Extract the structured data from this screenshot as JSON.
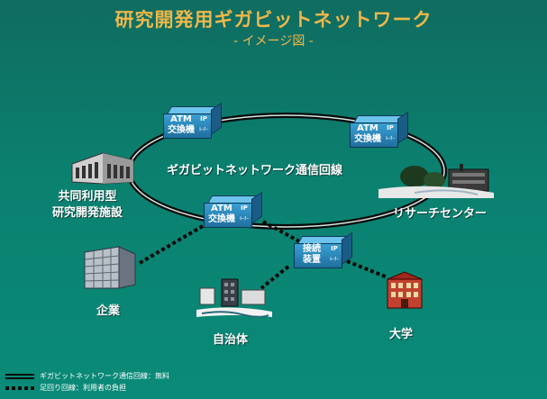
{
  "title": "研究開発用ギガビットネットワーク",
  "subtitle": "- イメージ図 -",
  "network_label": "ギガビットネットワーク通信回線",
  "devices": {
    "atm_top": {
      "main": "ATM\n交換機",
      "ip": "IP",
      "router": "ﾙｰﾀｰ"
    },
    "atm_right": {
      "main": "ATM\n交換機",
      "ip": "IP",
      "router": "ﾙｰﾀｰ"
    },
    "atm_left": {
      "main": "ATM\n交換機",
      "ip": "IP",
      "router": "ﾙｰﾀｰ"
    },
    "connect": {
      "main": "接続\n装置",
      "ip": "IP",
      "router": "ﾙｰﾀｰ"
    }
  },
  "sites": {
    "shared": "共同利用型\n研究開発施設",
    "research": "リサーチセンター",
    "company": "企業",
    "municipality": "自治体",
    "university": "大学"
  },
  "legend": {
    "gigabit": "ギガビットネットワーク通信回線：無料",
    "access": "足回り回線：利用者の負担"
  },
  "colors": {
    "background": "#0b8170",
    "title": "#f0b74a",
    "device": "#2b8cc4",
    "ring": "#0a0a0a"
  }
}
